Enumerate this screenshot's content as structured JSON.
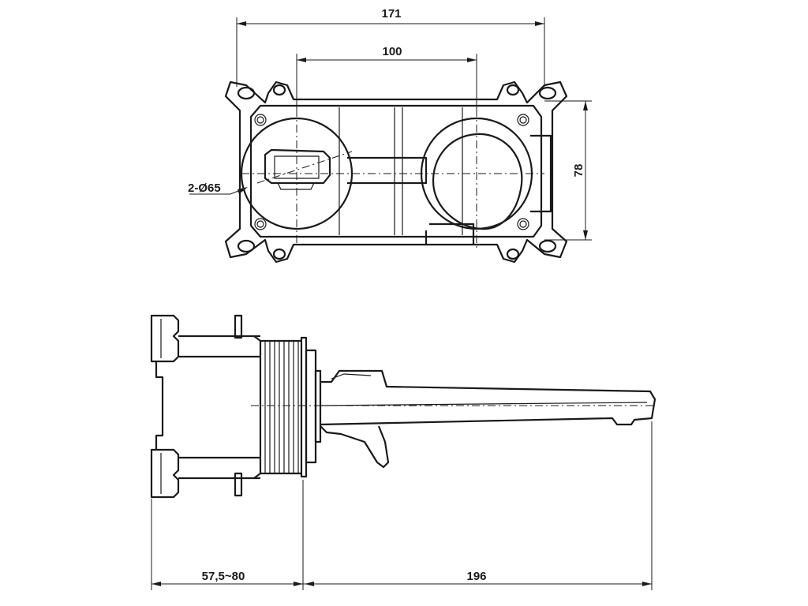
{
  "dimensions": {
    "total_width": "171",
    "handle_spacing": "100",
    "height": "78",
    "diameter": "2-Ø65",
    "wall_depth": "57,5~80",
    "spout_length": "196"
  },
  "colors": {
    "line": "#1a1a1a",
    "background": "#ffffff"
  }
}
